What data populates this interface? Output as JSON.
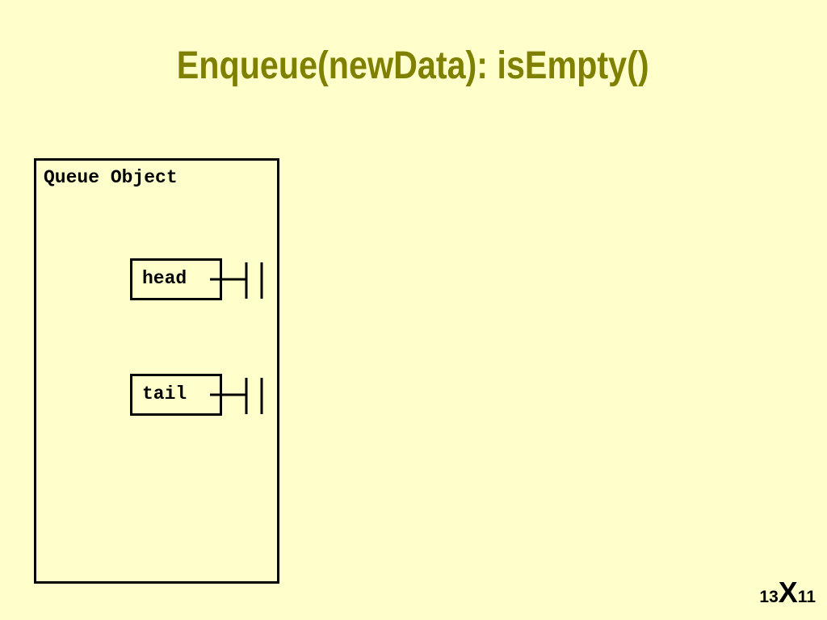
{
  "slide": {
    "title": "Enqueue(newData): isEmpty()",
    "queue_object": {
      "label": "Queue Object",
      "fields": [
        {
          "name": "head",
          "value": "null"
        },
        {
          "name": "tail",
          "value": "null"
        }
      ]
    },
    "footer": {
      "left_number": "13",
      "mark": "X",
      "right_number": "11"
    }
  }
}
